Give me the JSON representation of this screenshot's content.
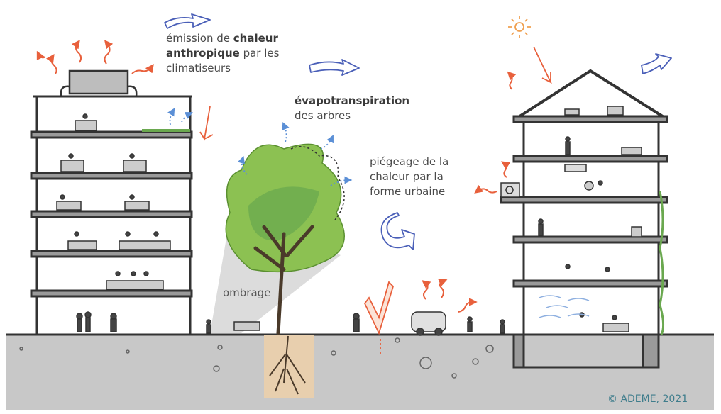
{
  "labels": {
    "emission_1": "émission de ",
    "emission_bold_1": "chaleur",
    "emission_bold_2": "anthropique",
    "emission_2": " par les",
    "emission_3": "climatiseurs",
    "evapo_bold": "évapotranspiration",
    "evapo_2": "des arbres",
    "piegeage_1": "piégeage de la",
    "piegeage_2": "chaleur par la",
    "piegeage_3": "forme urbaine",
    "ombrage": "ombrage",
    "credit": "© ADEME, 2021"
  },
  "colors": {
    "heat": "#e8603c",
    "airflow": "#4a5fb8",
    "evaporation": "#5b8fd6",
    "tree_canopy": "#8cc152",
    "ground": "#c8c8c8",
    "root_soil": "#e8cfae",
    "credit": "#3f7d8c"
  }
}
